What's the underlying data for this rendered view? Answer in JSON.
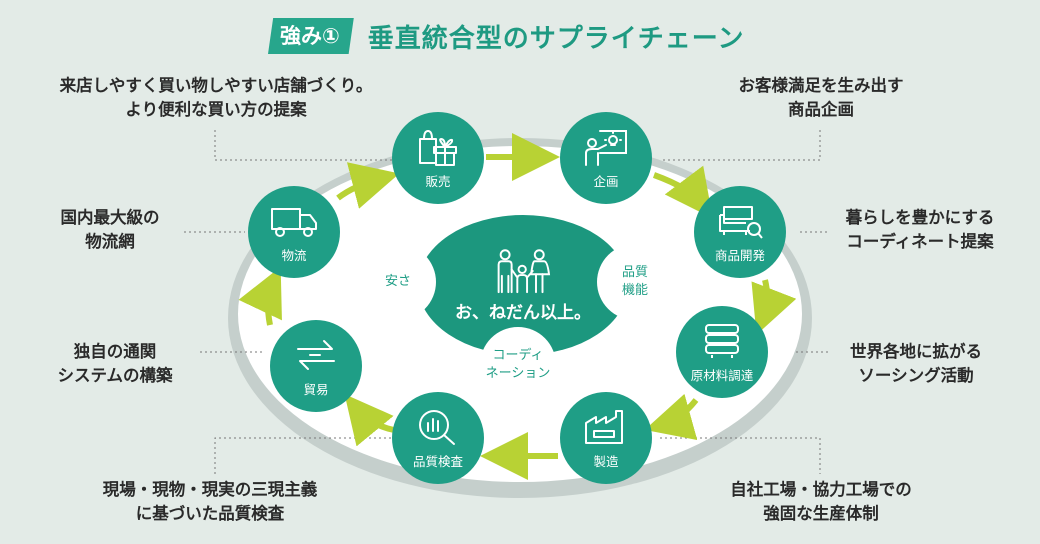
{
  "title": {
    "badge": "強み①",
    "text": "垂直統合型のサプライチェーン"
  },
  "hub": {
    "slogan": "お、ねだん以上。",
    "values": [
      {
        "key": "safety",
        "lines": [
          "安さ"
        ]
      },
      {
        "key": "quality",
        "lines": [
          "品質",
          "機能"
        ]
      },
      {
        "key": "coordination",
        "lines": [
          "コーディ",
          "ネーション"
        ]
      }
    ]
  },
  "steps": [
    {
      "key": "sales",
      "label": "販売",
      "icon": "shopping-gift-icon"
    },
    {
      "key": "planning",
      "label": "企画",
      "icon": "idea-presenter-icon"
    },
    {
      "key": "development",
      "label": "商品開発",
      "icon": "sofa-magnifier-icon"
    },
    {
      "key": "materials",
      "label": "原材料調達",
      "icon": "material-stack-icon"
    },
    {
      "key": "manufacturing",
      "label": "製造",
      "icon": "factory-icon"
    },
    {
      "key": "inspection",
      "label": "品質検査",
      "icon": "chart-magnifier-icon"
    },
    {
      "key": "trade",
      "label": "貿易",
      "icon": "exchange-arrows-icon"
    },
    {
      "key": "logistics",
      "label": "物流",
      "icon": "truck-icon"
    }
  ],
  "notes": {
    "sales": [
      "来店しやすく買い物しやすい店舗づくり。",
      "より便利な買い方の提案"
    ],
    "planning": [
      "お客様満足を生み出す",
      "商品企画"
    ],
    "development": [
      "暮らしを豊かにする",
      "コーディネート提案"
    ],
    "materials": [
      "世界各地に拡がる",
      "ソーシング活動"
    ],
    "manufacturing": [
      "自社工場・協力工場での",
      "強固な生産体制"
    ],
    "inspection": [
      "現場・現物・現実の三現主義",
      "に基づいた品質検査"
    ],
    "trade": [
      "独自の通関",
      "システムの構築"
    ],
    "logistics": [
      "国内最大級の",
      "物流網"
    ]
  },
  "colors": {
    "accent": "#1f9e86",
    "arrow": "#b8d234",
    "ring": "#c2ccc9",
    "background": "#e3ebe7"
  }
}
